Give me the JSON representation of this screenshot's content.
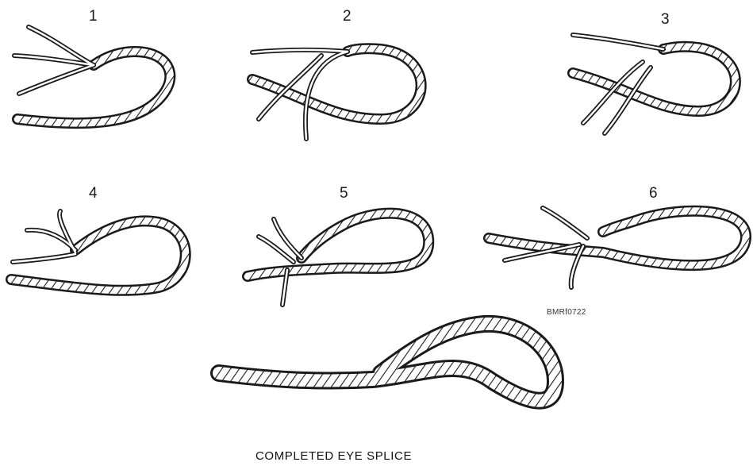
{
  "steps": [
    {
      "label": "1"
    },
    {
      "label": "2"
    },
    {
      "label": "3"
    },
    {
      "label": "4"
    },
    {
      "label": "5"
    },
    {
      "label": "6"
    }
  ],
  "figure_code": "BMRf0722",
  "caption": "COMPLETED EYE SPLICE",
  "colors": {
    "ink": "#1a1a1a",
    "background": "#ffffff"
  }
}
